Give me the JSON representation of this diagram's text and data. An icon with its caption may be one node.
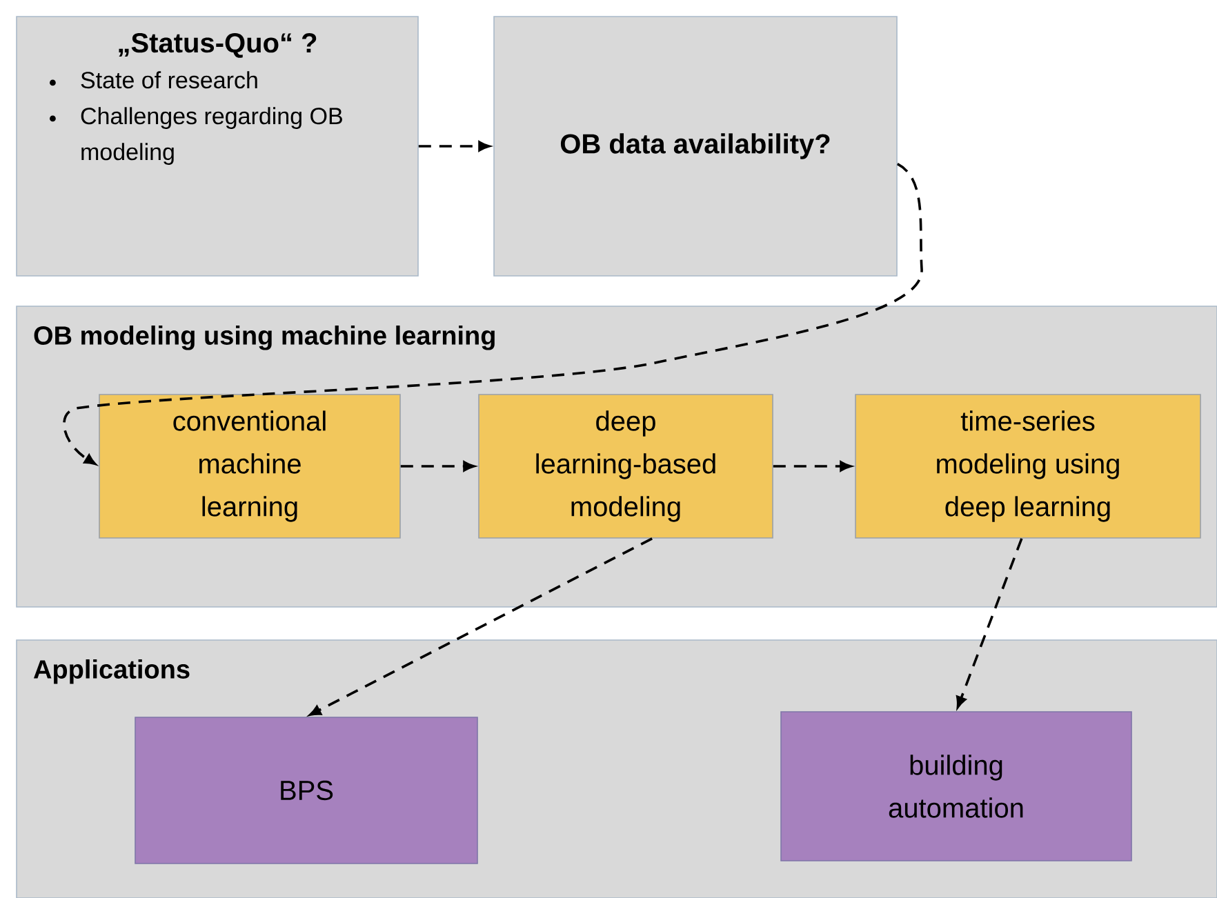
{
  "diagram": {
    "nodes": [
      {
        "text": [
          "„Status-Quo“ ?",
          "State of research",
          "Challenges regarding OB modeling"
        ]
      },
      {
        "text": [
          "OB data availability?"
        ]
      },
      {
        "text": [
          "OB modeling using machine learning"
        ]
      },
      {
        "text": [
          "conventional machine learning"
        ],
        "in": 2
      },
      {
        "text": [
          "deep learning-based modeling"
        ],
        "in": 2
      },
      {
        "text": [
          "time-series modeling using deep learning"
        ],
        "in": 2
      },
      {
        "text": [
          "Applications"
        ]
      },
      {
        "text": [
          "BPS"
        ],
        "in": 6
      },
      {
        "text": [
          "building automation"
        ],
        "in": 6
      }
    ],
    "edges": [
      {
        "from": 0,
        "to": 1,
        "arrow": "to",
        "style": "dashed"
      },
      {
        "from": 1,
        "to": 3,
        "arrow": "to",
        "style": "dashed"
      },
      {
        "from": 3,
        "to": 4,
        "arrow": "to",
        "style": "dashed"
      },
      {
        "from": 4,
        "to": 5,
        "arrow": "to",
        "style": "dashed"
      },
      {
        "from": 4,
        "to": 7,
        "arrow": "to",
        "style": "dashed"
      },
      {
        "from": 5,
        "to": 8,
        "arrow": "to",
        "style": "dashed"
      }
    ]
  }
}
